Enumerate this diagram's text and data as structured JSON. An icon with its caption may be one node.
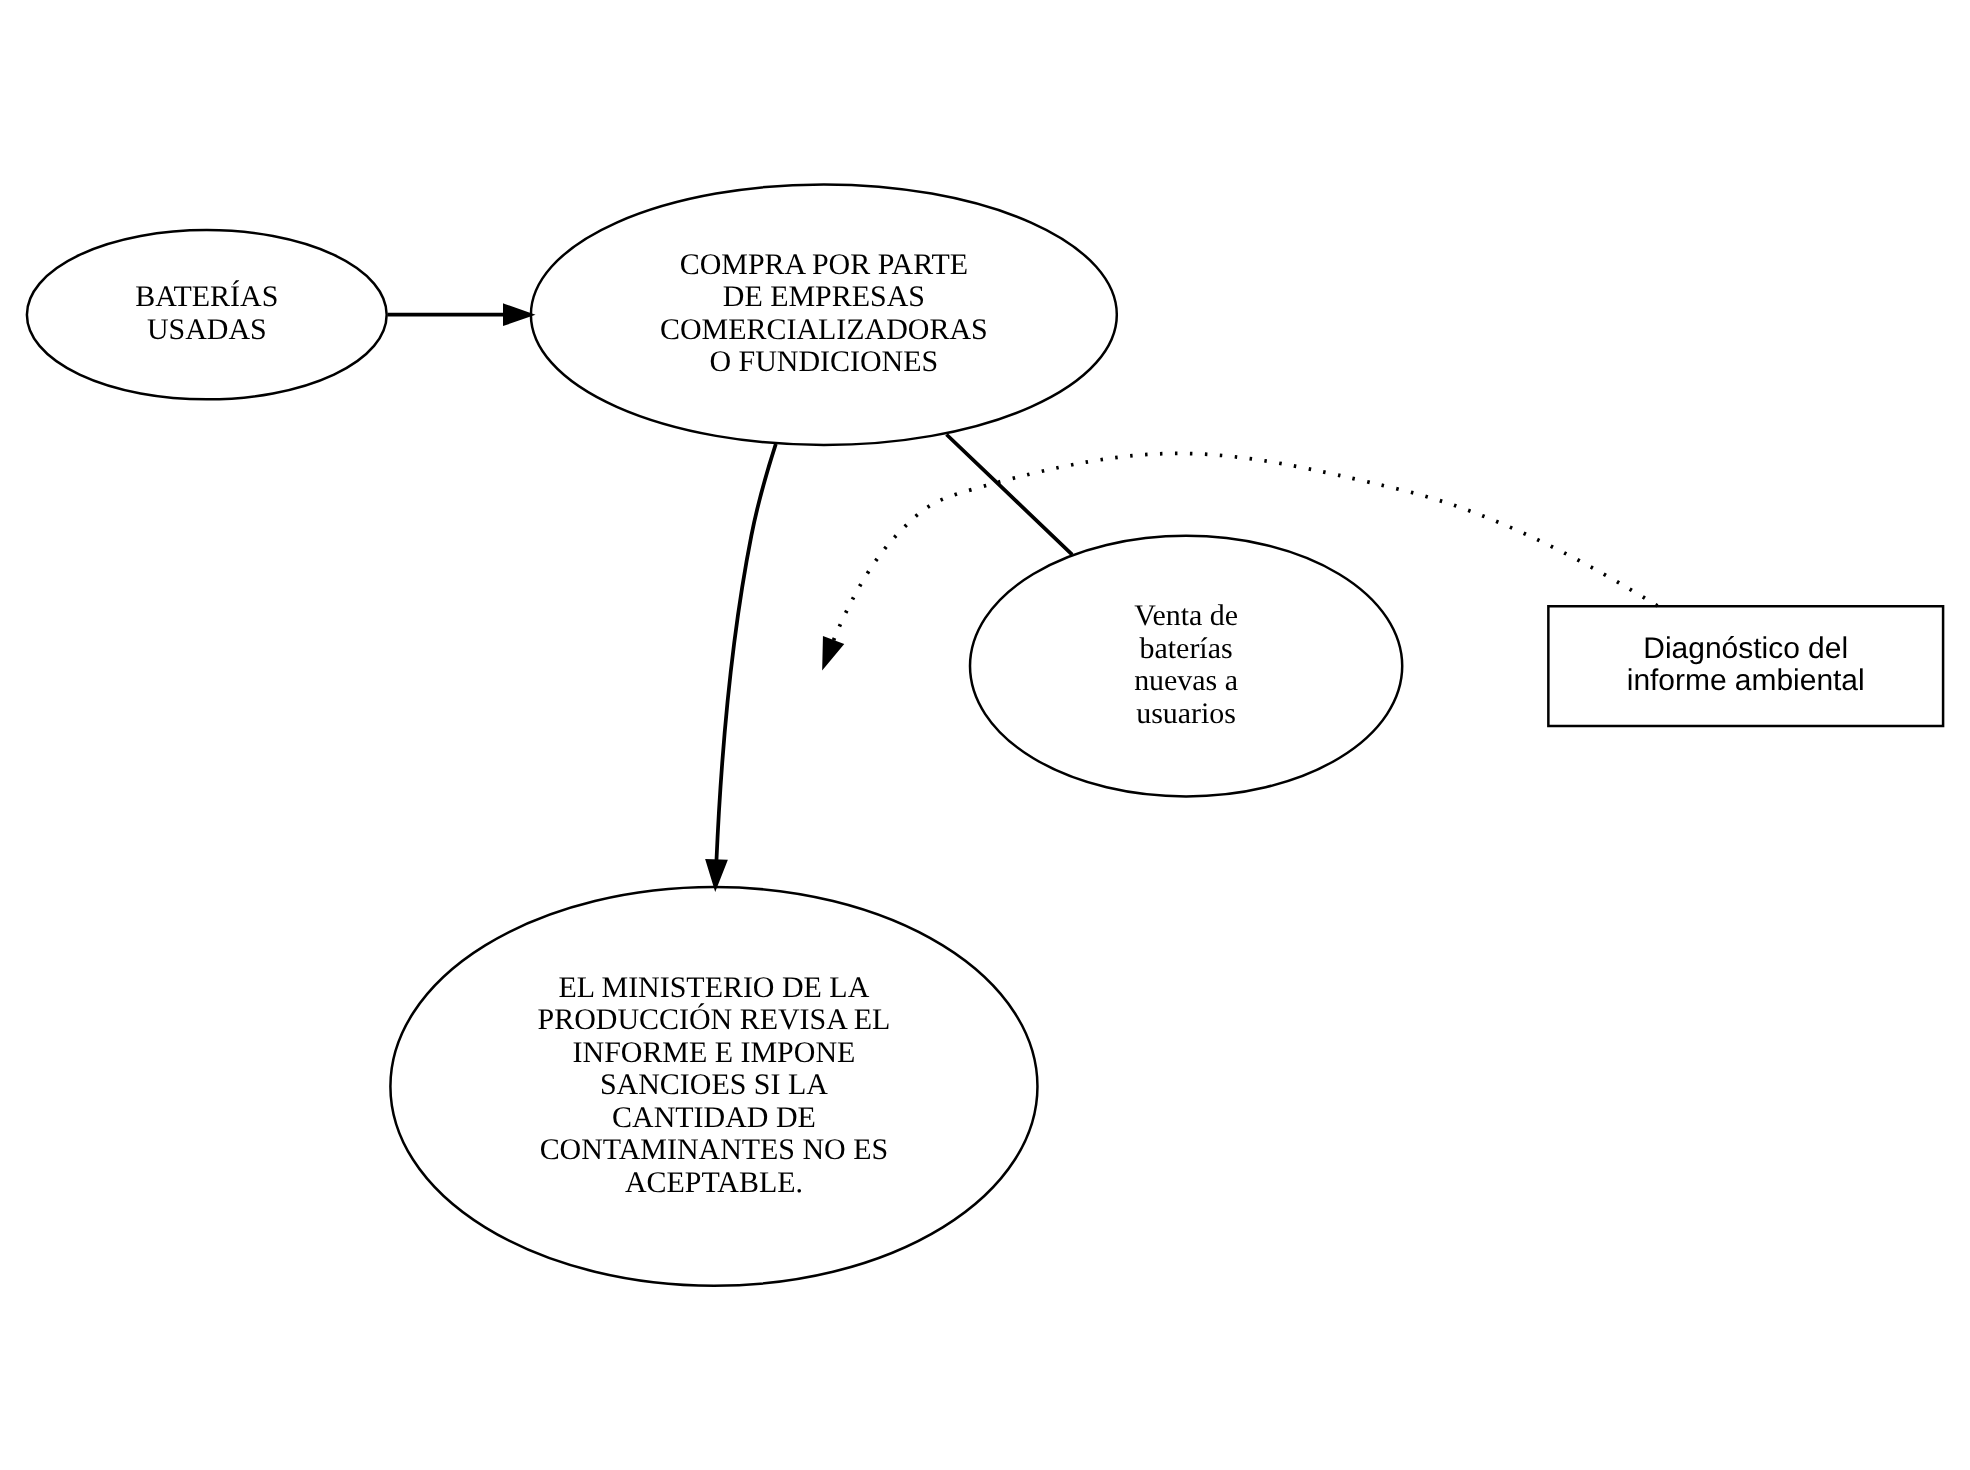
{
  "diagram": {
    "nodes": [
      {
        "text": [
          "BATERÍAS USADAS"
        ]
      },
      {
        "text": [
          "COMPRA POR PARTE DE EMPRESAS COMERCIALIZADORAS O FUNDICIONES"
        ]
      },
      {
        "text": [
          "Venta de baterías nuevas a usuarios"
        ]
      },
      {
        "text": [
          "Diagnóstico del informe ambiental"
        ]
      },
      {
        "text": [
          "EL MINISTERIO DE LA PRODUCCIÓN REVISA EL INFORME E IMPONE SANCIOES SI LA CANTIDAD DE CONTAMINANTES NO ES ACEPTABLE."
        ]
      }
    ],
    "edges": [
      {
        "from": 0,
        "to": 1,
        "arrow": "to"
      },
      {
        "from": 2,
        "to": 1,
        "arrow": "none"
      },
      {
        "from": 1,
        "to": 4,
        "arrow": "to"
      },
      {
        "from": 3,
        "to": null,
        "arrow": "to",
        "style": "dashed"
      }
    ]
  }
}
